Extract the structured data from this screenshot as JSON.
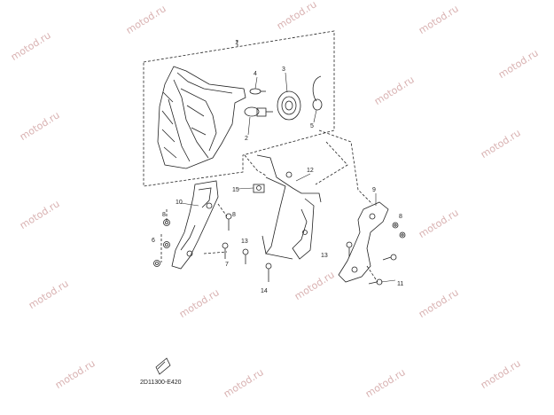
{
  "watermark": "motod.ru",
  "diagram_code": "2D11300-E420",
  "callouts": [
    "1",
    "2",
    "3",
    "4",
    "5",
    "6",
    "7",
    "8",
    "9",
    "10",
    "11",
    "12",
    "13",
    "14",
    "15"
  ]
}
